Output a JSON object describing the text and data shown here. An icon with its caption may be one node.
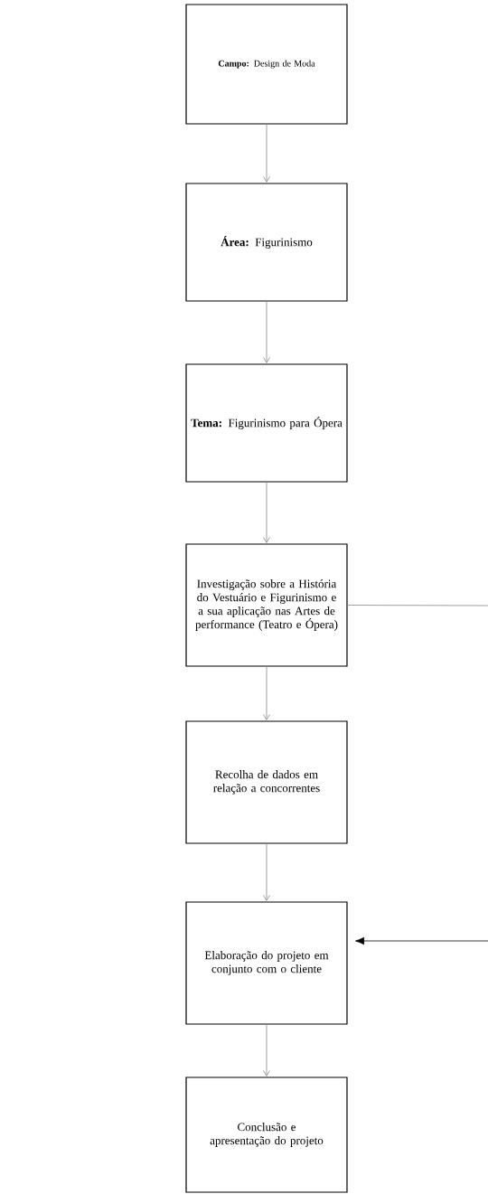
{
  "diagram": {
    "nodes": [
      {
        "text": [
          "**Campo:** Design de Moda"
        ]
      },
      {
        "text": [
          "**Área:** Figurinismo"
        ]
      },
      {
        "text": [
          "**Tema:** Figurinismo para Ópera"
        ]
      },
      {
        "text": [
          "Investigação sobre a História do Vestuário e Figurinismo e a sua aplicação nas Artes de performance (Teatro e Ópera)"
        ]
      },
      {
        "text": [
          "Recolha de dados em relação a concorrentes"
        ]
      },
      {
        "text": [
          "Elaboração do projeto em conjunto com o cliente"
        ]
      },
      {
        "text": [
          "Conclusão e apresentação do projeto"
        ]
      }
    ],
    "edges": [
      {
        "from": 0,
        "to": 1,
        "arrow": "to"
      },
      {
        "from": 1,
        "to": 2,
        "arrow": "to"
      },
      {
        "from": 2,
        "to": 3,
        "arrow": "to"
      },
      {
        "from": 3,
        "to": 4,
        "arrow": "to"
      },
      {
        "from": 4,
        "to": 5,
        "arrow": "to"
      },
      {
        "from": 5,
        "to": 6,
        "arrow": "to"
      },
      {
        "from": 3,
        "to": null,
        "arrow": "none"
      },
      {
        "from": null,
        "to": 5,
        "arrow": "to",
        "color": "#000000"
      }
    ]
  }
}
